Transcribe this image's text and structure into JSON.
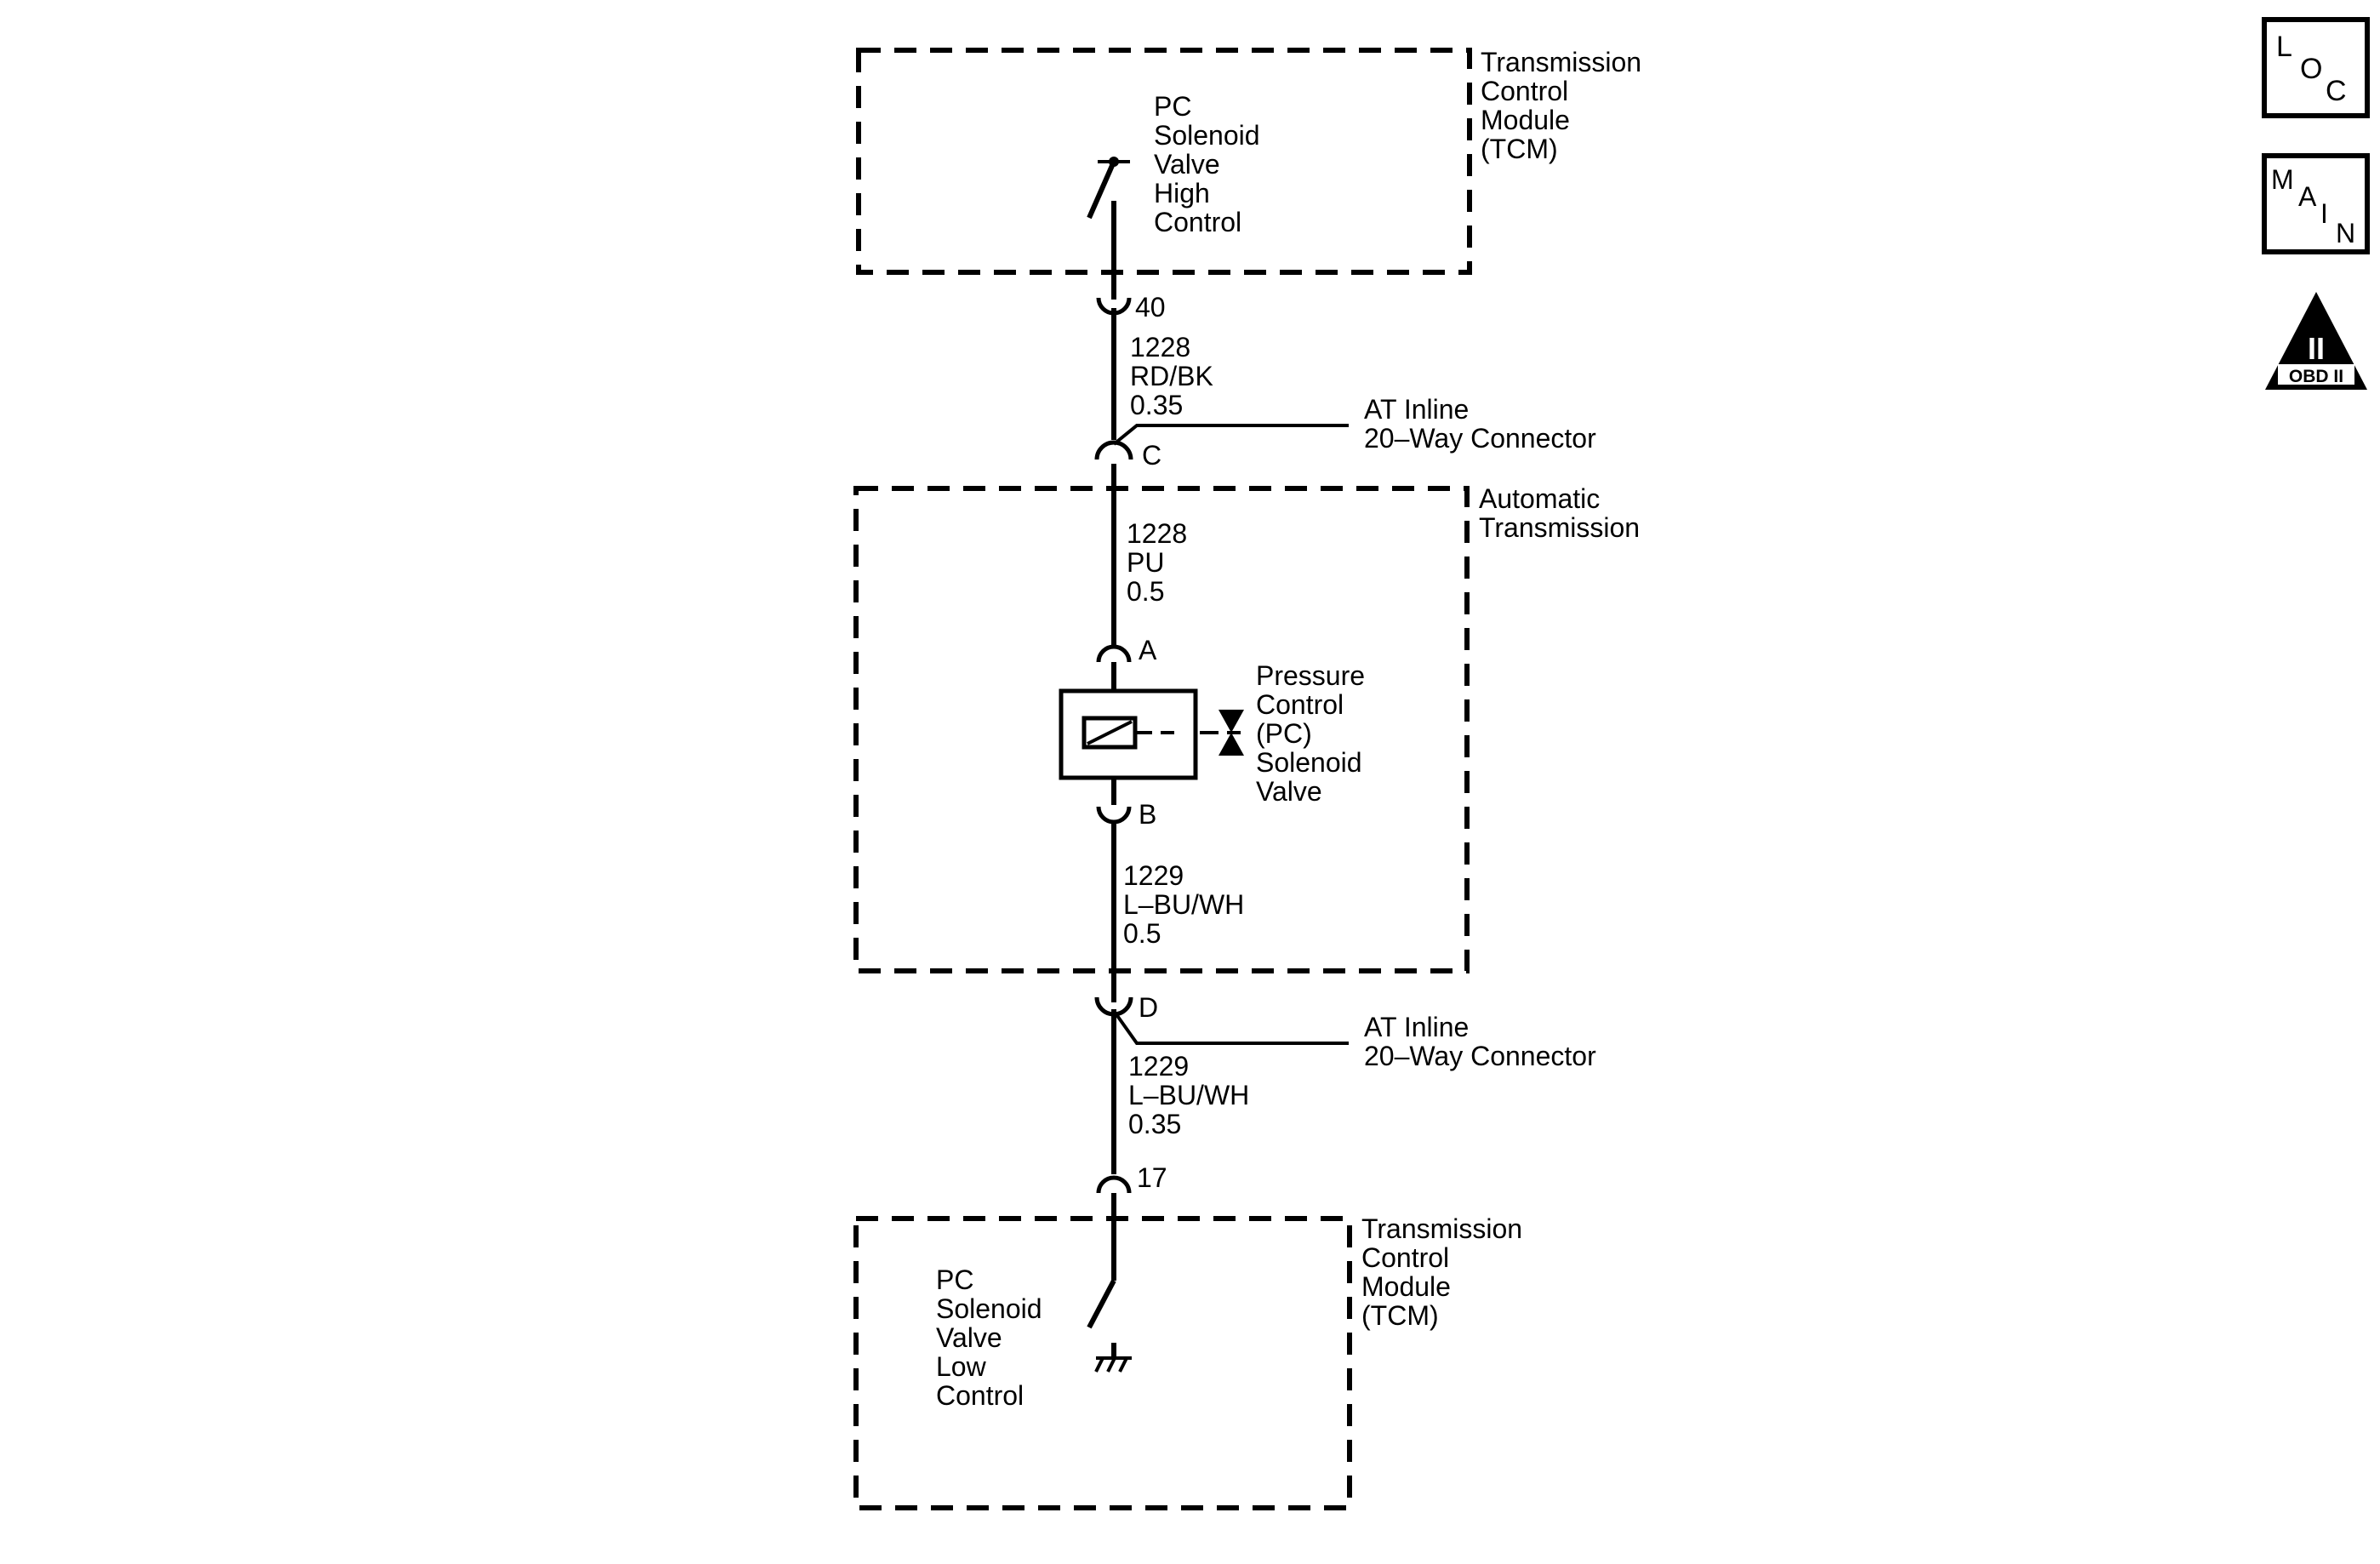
{
  "modules": {
    "tcm_top": {
      "lines": [
        "Transmission",
        "Control",
        "Module",
        "(TCM)"
      ]
    },
    "automatic_transmission": {
      "lines": [
        "Automatic",
        "Transmission"
      ]
    },
    "tcm_bottom": {
      "lines": [
        "Transmission",
        "Control",
        "Module",
        "(TCM)"
      ]
    }
  },
  "components": {
    "pc_high_control": {
      "lines": [
        "PC",
        "Solenoid",
        "Valve",
        "High",
        "Control"
      ]
    },
    "pc_solenoid_valve": {
      "lines": [
        "Pressure",
        "Control",
        "(PC)",
        "Solenoid",
        "Valve"
      ]
    },
    "pc_low_control": {
      "lines": [
        "PC",
        "Solenoid",
        "Valve",
        "Low",
        "Control"
      ]
    }
  },
  "connectors": {
    "inline_c": {
      "lines": [
        "AT Inline",
        "20–Way Connector"
      ]
    },
    "inline_d": {
      "lines": [
        "AT Inline",
        "20–Way Connector"
      ]
    }
  },
  "pins": {
    "tcm_pin_40": "40",
    "inline_pin_c": "C",
    "solenoid_pin_a": "A",
    "solenoid_pin_b": "B",
    "inline_pin_d": "D",
    "tcm_pin_17": "17"
  },
  "wires": {
    "w1": {
      "lines": [
        "1228",
        "RD/BK",
        "0.35"
      ]
    },
    "w2": {
      "lines": [
        "1228",
        "PU",
        "0.5"
      ]
    },
    "w3": {
      "lines": [
        "1229",
        "L–BU/WH",
        "0.5"
      ]
    },
    "w4": {
      "lines": [
        "1229",
        "L–BU/WH",
        "0.35"
      ]
    }
  },
  "nav_icons": {
    "loc": {
      "letters": [
        "L",
        "O",
        "C"
      ],
      "icon": "location-icon"
    },
    "main": {
      "letters": [
        "M",
        "A",
        "I",
        "N"
      ],
      "icon": "main-index-icon"
    },
    "obd": {
      "symbol": "II",
      "label": "OBD II",
      "icon": "obd-ii-icon"
    }
  }
}
